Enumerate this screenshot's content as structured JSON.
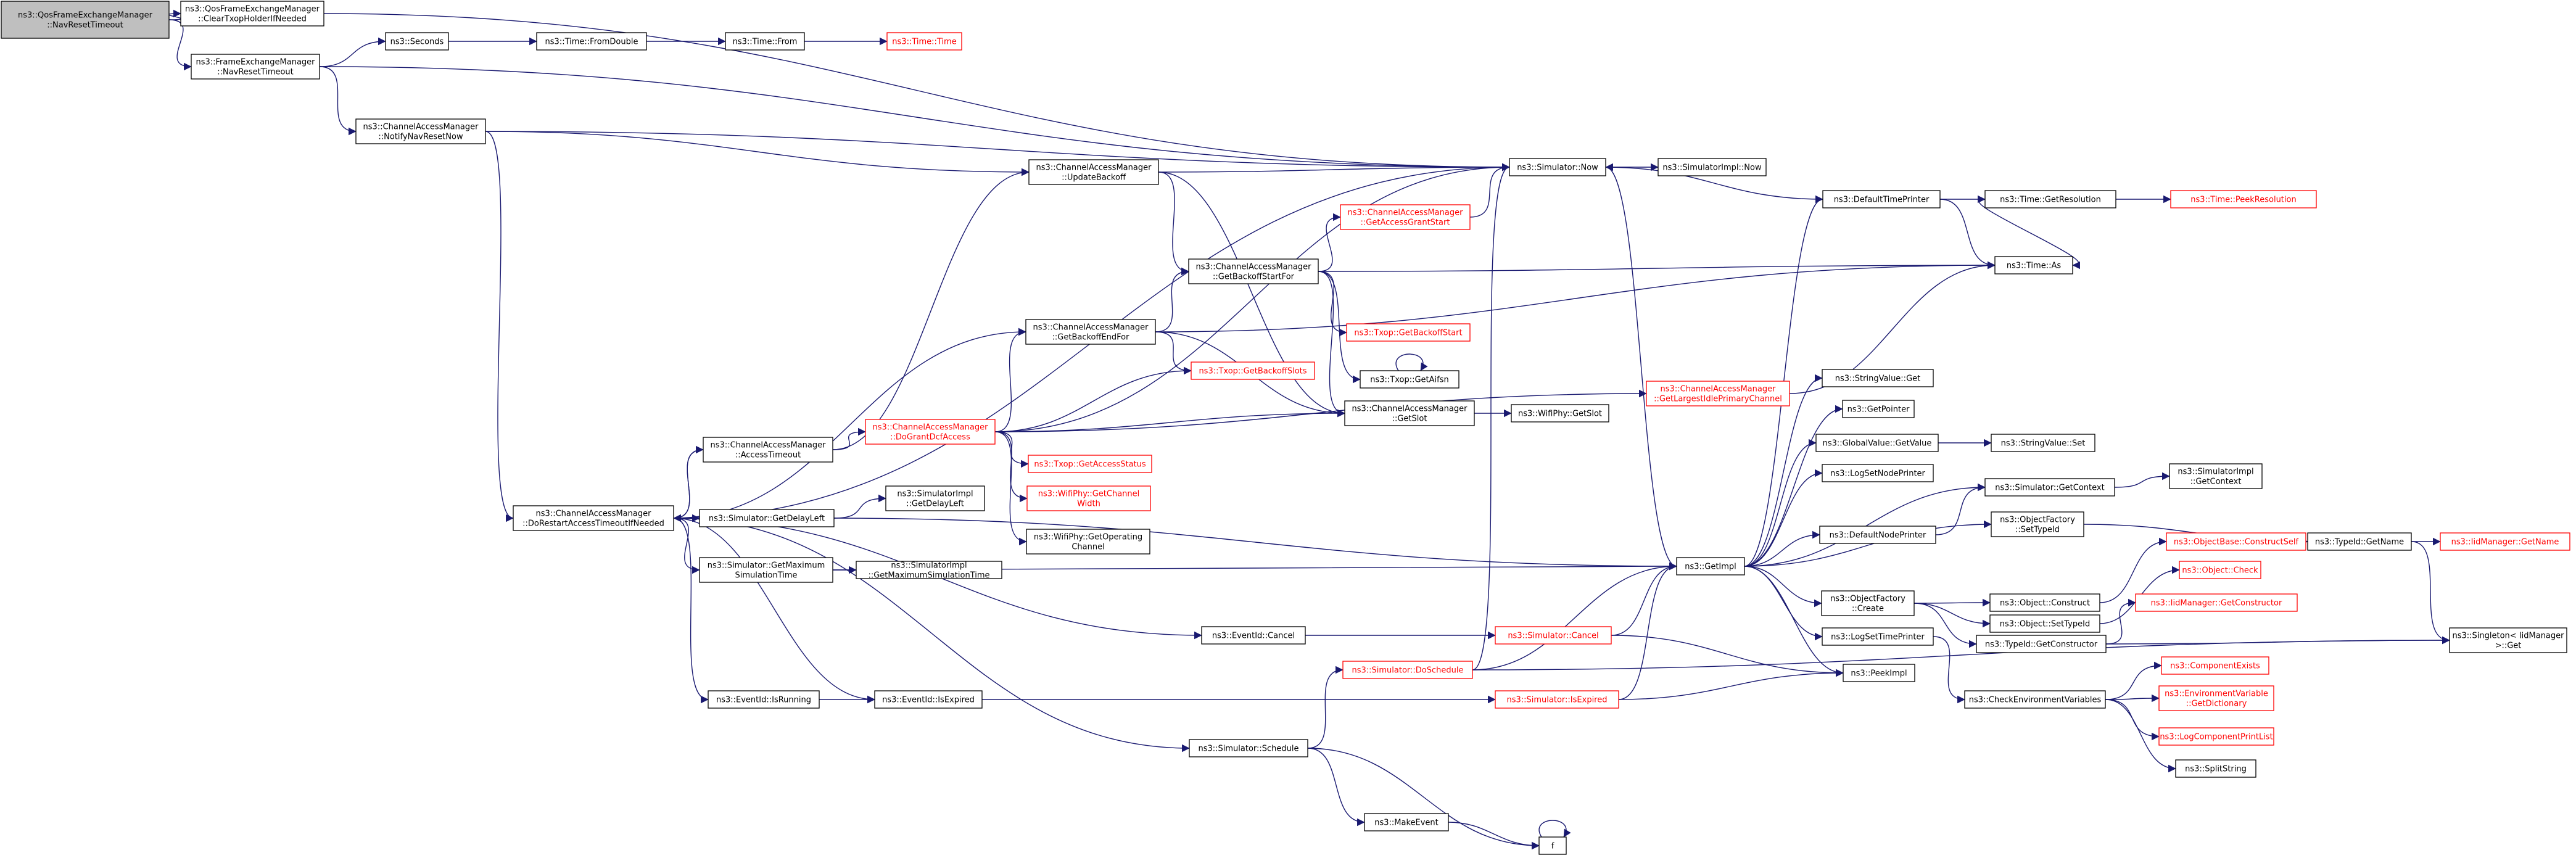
{
  "graph": {
    "colors": {
      "edge": "#191970",
      "node_border": "#000000",
      "missing_node_border": "#ff0000",
      "root_fill": "#bfbfbf",
      "node_fill": "#ffffff"
    },
    "nodes": [
      {
        "id": "root",
        "lines": [
          "ns3::QosFrameExchangeManager",
          "::NavResetTimeout"
        ],
        "root": true
      },
      {
        "id": "qos_clear",
        "lines": [
          "ns3::QosFrameExchangeManager",
          "::ClearTxopHolderIfNeeded"
        ]
      },
      {
        "id": "fem_nav",
        "lines": [
          "ns3::FrameExchangeManager",
          "::NavResetTimeout"
        ]
      },
      {
        "id": "seconds",
        "lines": [
          "ns3::Seconds"
        ]
      },
      {
        "id": "fromdouble",
        "lines": [
          "ns3::Time::FromDouble"
        ]
      },
      {
        "id": "from",
        "lines": [
          "ns3::Time::From"
        ]
      },
      {
        "id": "time_time",
        "lines": [
          "ns3::Time::Time"
        ],
        "missing": true
      },
      {
        "id": "cam_nrn",
        "lines": [
          "ns3::ChannelAccessManager",
          "::NotifyNavResetNow"
        ]
      },
      {
        "id": "cam_ub",
        "lines": [
          "ns3::ChannelAccessManager",
          "::UpdateBackoff"
        ]
      },
      {
        "id": "now",
        "lines": [
          "ns3::Simulator::Now"
        ]
      },
      {
        "id": "implnow",
        "lines": [
          "ns3::SimulatorImpl::Now"
        ]
      },
      {
        "id": "dtp",
        "lines": [
          "ns3::DefaultTimePrinter"
        ]
      },
      {
        "id": "getres",
        "lines": [
          "ns3::Time::GetResolution"
        ]
      },
      {
        "id": "peekres",
        "lines": [
          "ns3::Time::PeekResolution"
        ],
        "missing": true
      },
      {
        "id": "cam_gags",
        "lines": [
          "ns3::ChannelAccessManager",
          "::GetAccessGrantStart"
        ],
        "missing": true
      },
      {
        "id": "cam_gbsf",
        "lines": [
          "ns3::ChannelAccessManager",
          "::GetBackoffStartFor"
        ]
      },
      {
        "id": "timeas",
        "lines": [
          "ns3::Time::As"
        ]
      },
      {
        "id": "txop_gbs",
        "lines": [
          "ns3::Txop::GetBackoffStart"
        ],
        "missing": true
      },
      {
        "id": "cam_gbef",
        "lines": [
          "ns3::ChannelAccessManager",
          "::GetBackoffEndFor"
        ]
      },
      {
        "id": "txop_gaifsn",
        "lines": [
          "ns3::Txop::GetAifsn"
        ]
      },
      {
        "id": "txop_gbslots",
        "lines": [
          "ns3::Txop::GetBackoffSlots"
        ],
        "missing": true
      },
      {
        "id": "cam_gslot",
        "lines": [
          "ns3::ChannelAccessManager",
          "::GetSlot"
        ]
      },
      {
        "id": "wifiphy_gslot",
        "lines": [
          "ns3::WifiPhy::GetSlot"
        ]
      },
      {
        "id": "cam_glipc",
        "lines": [
          "ns3::ChannelAccessManager",
          "::GetLargestIdlePrimaryChannel"
        ],
        "missing": true
      },
      {
        "id": "strval_get",
        "lines": [
          "ns3::StringValue::Get"
        ]
      },
      {
        "id": "getpointer",
        "lines": [
          "ns3::GetPointer"
        ]
      },
      {
        "id": "gv_getvalue",
        "lines": [
          "ns3::GlobalValue::GetValue"
        ]
      },
      {
        "id": "strval_set",
        "lines": [
          "ns3::StringValue::Set"
        ]
      },
      {
        "id": "lsnp",
        "lines": [
          "ns3::LogSetNodePrinter"
        ]
      },
      {
        "id": "cam_at",
        "lines": [
          "ns3::ChannelAccessManager",
          "::AccessTimeout"
        ]
      },
      {
        "id": "cam_dgdca",
        "lines": [
          "ns3::ChannelAccessManager",
          "::DoGrantDcfAccess"
        ],
        "missing": true
      },
      {
        "id": "txop_gas",
        "lines": [
          "ns3::Txop::GetAccessStatus"
        ],
        "missing": true
      },
      {
        "id": "sim_getctx",
        "lines": [
          "ns3::Simulator::GetContext"
        ]
      },
      {
        "id": "simimpl_getctx",
        "lines": [
          "ns3::SimulatorImpl",
          "::GetContext"
        ]
      },
      {
        "id": "wifiphy_gcw",
        "lines": [
          "ns3::WifiPhy::GetChannel",
          "Width"
        ],
        "missing": true
      },
      {
        "id": "dnp",
        "lines": [
          "ns3::DefaultNodePrinter"
        ]
      },
      {
        "id": "cam_drat",
        "lines": [
          "ns3::ChannelAccessManager",
          "::DoRestartAccessTimeoutIfNeeded"
        ]
      },
      {
        "id": "sim_gdl",
        "lines": [
          "ns3::Simulator::GetDelayLeft"
        ]
      },
      {
        "id": "simimpl_gdl",
        "lines": [
          "ns3::SimulatorImpl",
          "::GetDelayLeft"
        ]
      },
      {
        "id": "objf_settype",
        "lines": [
          "ns3::ObjectFactory",
          "::SetTypeId"
        ]
      },
      {
        "id": "objbase_cs",
        "lines": [
          "ns3::ObjectBase::ConstructSelf"
        ],
        "missing": true
      },
      {
        "id": "typeid_getname",
        "lines": [
          "ns3::TypeId::GetName"
        ]
      },
      {
        "id": "idm_getname",
        "lines": [
          "ns3::IidManager::GetName"
        ],
        "missing": true
      },
      {
        "id": "wifiphy_goc",
        "lines": [
          "ns3::WifiPhy::GetOperating",
          "Channel"
        ]
      },
      {
        "id": "sim_gmst",
        "lines": [
          "ns3::Simulator::GetMaximum",
          "SimulationTime"
        ]
      },
      {
        "id": "simimpl_gmst",
        "lines": [
          "ns3::SimulatorImpl",
          "::GetMaximumSimulationTime"
        ]
      },
      {
        "id": "getimpl",
        "lines": [
          "ns3::GetImpl"
        ]
      },
      {
        "id": "obj_construct",
        "lines": [
          "ns3::Object::Construct"
        ]
      },
      {
        "id": "obj_check",
        "lines": [
          "ns3::Object::Check"
        ],
        "missing": true
      },
      {
        "id": "objf_create",
        "lines": [
          "ns3::ObjectFactory",
          "::Create"
        ]
      },
      {
        "id": "obj_settype",
        "lines": [
          "ns3::Object::SetTypeId"
        ]
      },
      {
        "id": "typeid_gc",
        "lines": [
          "ns3::TypeId::GetConstructor"
        ]
      },
      {
        "id": "idm_gc",
        "lines": [
          "ns3::IidManager::GetConstructor"
        ],
        "missing": true
      },
      {
        "id": "singleton_get",
        "lines": [
          "ns3::Singleton< IidManager",
          ">::Get"
        ]
      },
      {
        "id": "eventid_cancel",
        "lines": [
          "ns3::EventId::Cancel"
        ]
      },
      {
        "id": "sim_cancel",
        "lines": [
          "ns3::Simulator::Cancel"
        ],
        "missing": true
      },
      {
        "id": "lstp",
        "lines": [
          "ns3::LogSetTimePrinter"
        ]
      },
      {
        "id": "sim_doschedule",
        "lines": [
          "ns3::Simulator::DoSchedule"
        ],
        "missing": true
      },
      {
        "id": "peekimpl",
        "lines": [
          "ns3::PeekImpl"
        ]
      },
      {
        "id": "compexists",
        "lines": [
          "ns3::ComponentExists"
        ],
        "missing": true
      },
      {
        "id": "envvar_gd",
        "lines": [
          "ns3::EnvironmentVariable",
          "::GetDictionary"
        ],
        "missing": true
      },
      {
        "id": "eventid_isrunning",
        "lines": [
          "ns3::EventId::IsRunning"
        ]
      },
      {
        "id": "eventid_isexpired",
        "lines": [
          "ns3::EventId::IsExpired"
        ]
      },
      {
        "id": "sim_isexpired",
        "lines": [
          "ns3::Simulator::IsExpired"
        ],
        "missing": true
      },
      {
        "id": "checkenv",
        "lines": [
          "ns3::CheckEnvironmentVariables"
        ]
      },
      {
        "id": "logcpl",
        "lines": [
          "ns3::LogComponentPrintList"
        ],
        "missing": true
      },
      {
        "id": "sim_schedule",
        "lines": [
          "ns3::Simulator::Schedule"
        ]
      },
      {
        "id": "splitstring",
        "lines": [
          "ns3::SplitString"
        ]
      },
      {
        "id": "makeevent",
        "lines": [
          "ns3::MakeEvent"
        ]
      },
      {
        "id": "f",
        "lines": [
          "f"
        ]
      }
    ],
    "edges": [
      [
        "root",
        "qos_clear"
      ],
      [
        "root",
        "fem_nav"
      ],
      [
        "qos_clear",
        "now"
      ],
      [
        "fem_nav",
        "seconds"
      ],
      [
        "fem_nav",
        "now"
      ],
      [
        "fem_nav",
        "cam_nrn"
      ],
      [
        "seconds",
        "fromdouble"
      ],
      [
        "fromdouble",
        "from"
      ],
      [
        "from",
        "time_time"
      ],
      [
        "cam_nrn",
        "now"
      ],
      [
        "cam_nrn",
        "cam_ub"
      ],
      [
        "cam_nrn",
        "cam_drat"
      ],
      [
        "cam_ub",
        "now"
      ],
      [
        "cam_ub",
        "cam_gbsf"
      ],
      [
        "cam_ub",
        "cam_gslot"
      ],
      [
        "now",
        "implnow"
      ],
      [
        "now",
        "getimpl"
      ],
      [
        "dtp",
        "now"
      ],
      [
        "dtp",
        "getres"
      ],
      [
        "dtp",
        "timeas"
      ],
      [
        "getres",
        "peekres"
      ],
      [
        "getres",
        "timeas"
      ],
      [
        "cam_gags",
        "now"
      ],
      [
        "cam_gbsf",
        "cam_gags"
      ],
      [
        "cam_gbsf",
        "timeas"
      ],
      [
        "cam_gbsf",
        "txop_gbs"
      ],
      [
        "cam_gbsf",
        "txop_gaifsn"
      ],
      [
        "cam_gbsf",
        "cam_gslot"
      ],
      [
        "cam_gbef",
        "cam_gbsf"
      ],
      [
        "cam_gbef",
        "timeas"
      ],
      [
        "cam_gbef",
        "txop_gbslots"
      ],
      [
        "cam_gbef",
        "cam_gslot"
      ],
      [
        "txop_gaifsn",
        "txop_gaifsn"
      ],
      [
        "cam_gslot",
        "wifiphy_gslot"
      ],
      [
        "cam_glipc",
        "timeas"
      ],
      [
        "gv_getvalue",
        "strval_set"
      ],
      [
        "cam_at",
        "cam_ub"
      ],
      [
        "cam_at",
        "cam_dgdca"
      ],
      [
        "cam_at",
        "cam_drat"
      ],
      [
        "cam_dgdca",
        "now"
      ],
      [
        "cam_dgdca",
        "cam_gbef"
      ],
      [
        "cam_dgdca",
        "txop_gbslots"
      ],
      [
        "cam_dgdca",
        "cam_gslot"
      ],
      [
        "cam_dgdca",
        "cam_glipc"
      ],
      [
        "cam_dgdca",
        "txop_gas"
      ],
      [
        "cam_dgdca",
        "wifiphy_gcw"
      ],
      [
        "cam_dgdca",
        "wifiphy_goc"
      ],
      [
        "sim_getctx",
        "simimpl_getctx"
      ],
      [
        "dnp",
        "sim_getctx"
      ],
      [
        "cam_drat",
        "now"
      ],
      [
        "cam_drat",
        "cam_gbef"
      ],
      [
        "cam_drat",
        "cam_at"
      ],
      [
        "cam_drat",
        "sim_gdl"
      ],
      [
        "cam_drat",
        "sim_gmst"
      ],
      [
        "cam_drat",
        "eventid_cancel"
      ],
      [
        "cam_drat",
        "eventid_isrunning"
      ],
      [
        "cam_drat",
        "eventid_isexpired"
      ],
      [
        "cam_drat",
        "sim_schedule"
      ],
      [
        "sim_gdl",
        "simimpl_gdl"
      ],
      [
        "sim_gdl",
        "getimpl"
      ],
      [
        "objf_settype",
        "typeid_getname"
      ],
      [
        "objbase_cs",
        "typeid_getname"
      ],
      [
        "typeid_getname",
        "idm_getname"
      ],
      [
        "typeid_getname",
        "singleton_get"
      ],
      [
        "sim_gmst",
        "simimpl_gmst"
      ],
      [
        "sim_gmst",
        "getimpl"
      ],
      [
        "getimpl",
        "dtp"
      ],
      [
        "getimpl",
        "strval_get"
      ],
      [
        "getimpl",
        "getpointer"
      ],
      [
        "getimpl",
        "gv_getvalue"
      ],
      [
        "getimpl",
        "lsnp"
      ],
      [
        "getimpl",
        "sim_getctx"
      ],
      [
        "getimpl",
        "dnp"
      ],
      [
        "getimpl",
        "objf_settype"
      ],
      [
        "getimpl",
        "objf_create"
      ],
      [
        "getimpl",
        "lstp"
      ],
      [
        "getimpl",
        "peekimpl"
      ],
      [
        "obj_construct",
        "objbase_cs"
      ],
      [
        "obj_settype",
        "obj_check"
      ],
      [
        "objf_create",
        "obj_construct"
      ],
      [
        "objf_create",
        "obj_settype"
      ],
      [
        "objf_create",
        "typeid_gc"
      ],
      [
        "typeid_gc",
        "idm_gc"
      ],
      [
        "typeid_gc",
        "singleton_get"
      ],
      [
        "eventid_cancel",
        "sim_cancel"
      ],
      [
        "sim_cancel",
        "getimpl"
      ],
      [
        "sim_cancel",
        "peekimpl"
      ],
      [
        "lstp",
        "checkenv"
      ],
      [
        "sim_doschedule",
        "now"
      ],
      [
        "sim_doschedule",
        "getimpl"
      ],
      [
        "sim_doschedule",
        "singleton_get"
      ],
      [
        "eventid_isrunning",
        "eventid_isexpired"
      ],
      [
        "eventid_isexpired",
        "sim_isexpired"
      ],
      [
        "sim_isexpired",
        "getimpl"
      ],
      [
        "sim_isexpired",
        "peekimpl"
      ],
      [
        "checkenv",
        "compexists"
      ],
      [
        "checkenv",
        "envvar_gd"
      ],
      [
        "checkenv",
        "logcpl"
      ],
      [
        "checkenv",
        "splitstring"
      ],
      [
        "sim_schedule",
        "sim_doschedule"
      ],
      [
        "sim_schedule",
        "makeevent"
      ],
      [
        "sim_schedule",
        "f"
      ],
      [
        "makeevent",
        "f"
      ],
      [
        "f",
        "f"
      ]
    ]
  }
}
